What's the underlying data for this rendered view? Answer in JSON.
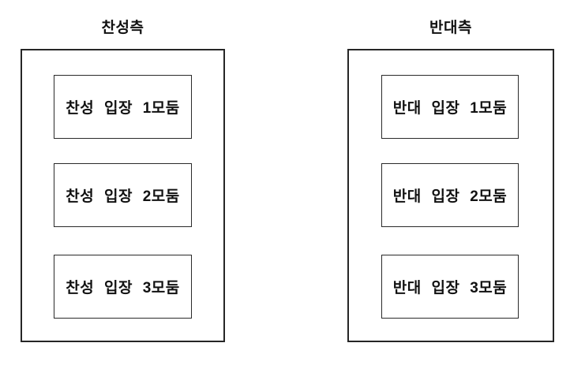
{
  "diagram": {
    "description": "Debate team grouping diagram with pro side and con side columns",
    "columns": [
      {
        "title": "찬성측",
        "groups": [
          "찬성 입장 1모둠",
          "찬성 입장 2모둠",
          "찬성 입장 3모둠"
        ]
      },
      {
        "title": "반대측",
        "groups": [
          "반대 입장 1모둠",
          "반대 입장 2모둠",
          "반대 입장 3모둠"
        ]
      }
    ],
    "colors": {
      "background": "#ffffff",
      "border": "#262626",
      "text": "#111111"
    }
  }
}
